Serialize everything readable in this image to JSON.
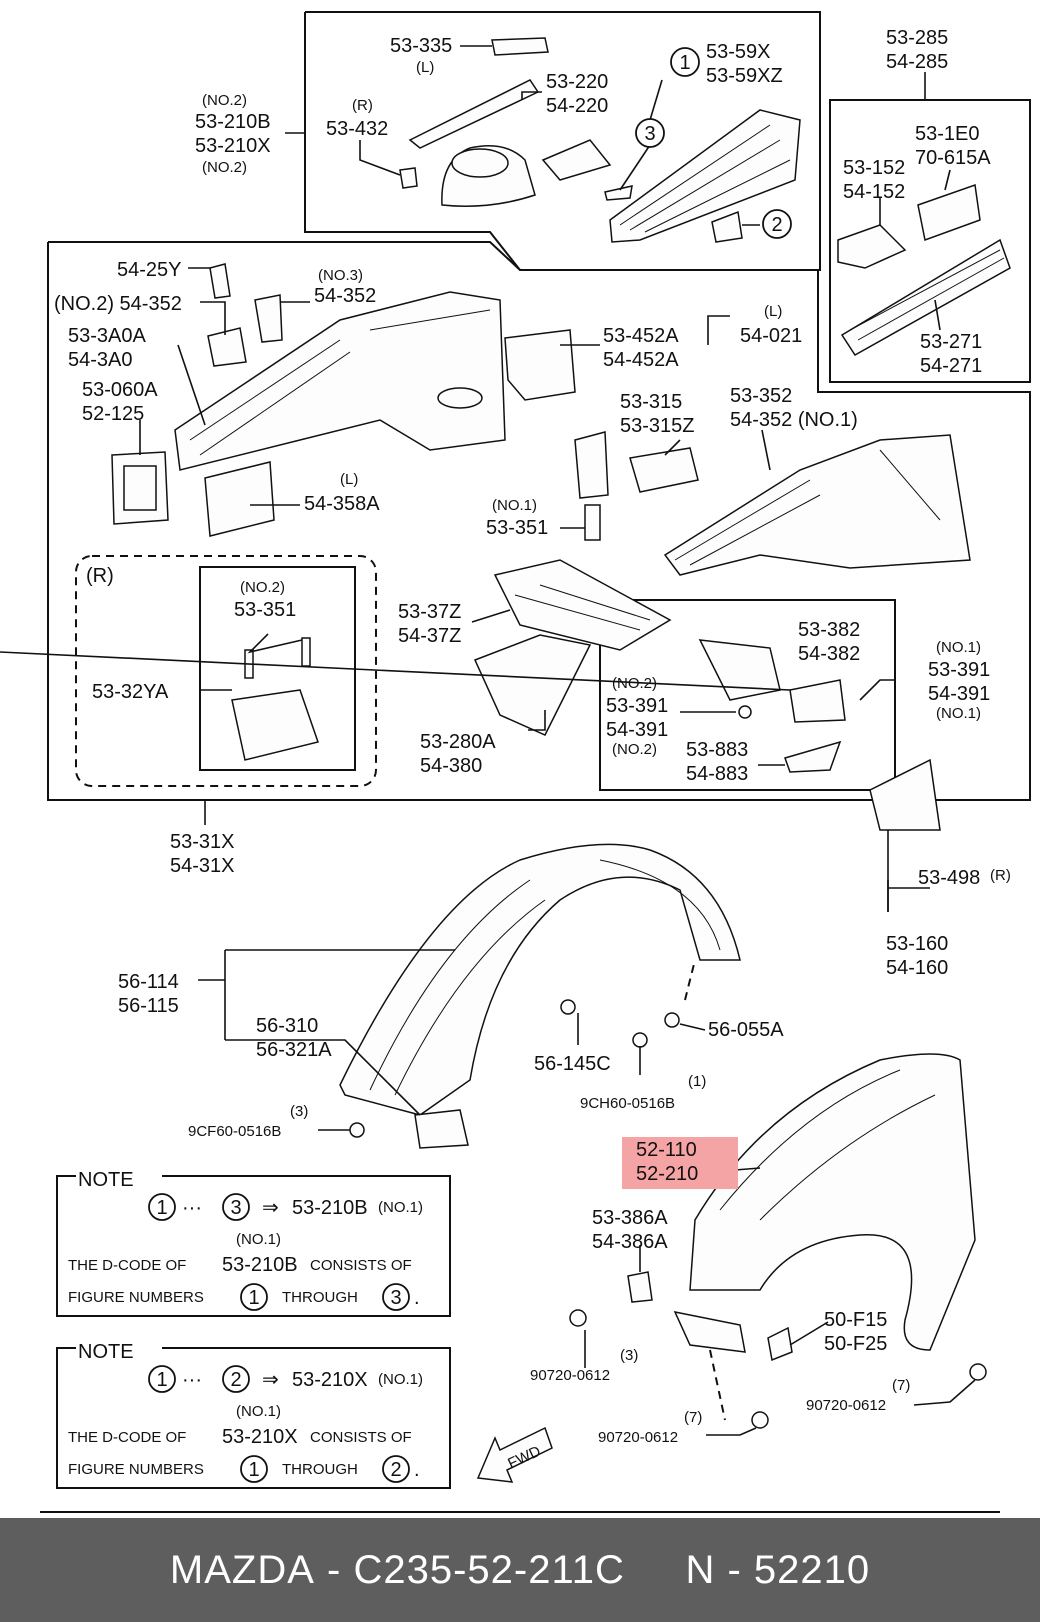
{
  "labels": {
    "l_53_335": "53-335",
    "l_L_top": "(L)",
    "l_53_220": "53-220",
    "l_54_220": "54-220",
    "l_no2_a": "(NO.2)",
    "l_53_210b": "53-210B",
    "l_53_210x": "53-210X",
    "l_no2_b": "(NO.2)",
    "l_R_432": "(R)",
    "l_53_432": "53-432",
    "c1_top": "1",
    "l_53_59x": "53-59X",
    "l_53_59xz": "53-59XZ",
    "c3_top": "3",
    "c2_top": "2",
    "l_53_285": "53-285",
    "l_54_285": "54-285",
    "l_53_1e0": "53-1E0",
    "l_70_615a": "70-615A",
    "l_53_152": "53-152",
    "l_54_152": "54-152",
    "l_53_271": "53-271",
    "l_54_271": "54-271",
    "l_54_25y": "54-25Y",
    "l_no2_54_352": "(NO.2) 54-352",
    "l_no3": "(NO.3)",
    "l_54_352_b": "54-352",
    "l_53_3a0a": "53-3A0A",
    "l_54_3a0": "54-3A0",
    "l_53_060a": "53-060A",
    "l_52_125": "52-125",
    "l_L_358": "(L)",
    "l_54_358a": "54-358A",
    "l_L_021": "(L)",
    "l_53_452a": "53-452A",
    "l_54_452a": "54-452A",
    "l_54_021": "54-021",
    "l_53_315": "53-315",
    "l_53_315z": "53-315Z",
    "l_53_352": "53-352",
    "l_54_352_no1": "54-352 (NO.1)",
    "l_no1_351": "(NO.1)",
    "l_53_351": "53-351",
    "l_R_box": "(R)",
    "l_no2_351b": "(NO.2)",
    "l_53_351b": "53-351",
    "l_53_32ya": "53-32YA",
    "l_53_37z": "53-37Z",
    "l_54_37z": "54-37Z",
    "l_53_280a": "53-280A",
    "l_54_380": "54-380",
    "l_53_382": "53-382",
    "l_54_382": "54-382",
    "l_no2_391": "(NO.2)",
    "l_53_391": "53-391",
    "l_54_391": "54-391",
    "l_no2_391b": "(NO.2)",
    "l_no1_391": "(NO.1)",
    "l_53_391r": "53-391",
    "l_54_391r": "54-391",
    "l_no1_391b": "(NO.1)",
    "l_53_883": "53-883",
    "l_54_883": "54-883",
    "l_53_31x": "53-31X",
    "l_54_31x": "54-31X",
    "l_53_498": "53-498",
    "l_R_498": "(R)",
    "l_53_160": "53-160",
    "l_54_160": "54-160",
    "l_56_114": "56-114",
    "l_56_115": "56-115",
    "l_56_310": "56-310",
    "l_56_321a": "56-321A",
    "l_56_145c": "56-145C",
    "l_56_055a": "56-055A",
    "l_1_9ch": "(1)",
    "l_9ch": "9CH60-0516B",
    "l_3_9cf": "(3)",
    "l_9cf": "9CF60-0516B",
    "l_52_110": "52-110",
    "l_52_210": "52-210",
    "l_53_386a": "53-386A",
    "l_54_386a": "54-386A",
    "l_50_f15": "50-F15",
    "l_50_f25": "50-F25",
    "l_3_907": "(3)",
    "l_90720_a": "90720-0612",
    "l_7_907b": "(7)",
    "l_90720_b": "90720-0612",
    "l_7_907c": "(7)",
    "l_90720_c": "90720-0612",
    "fwd": "FWD"
  },
  "notes": [
    {
      "title": "NOTE",
      "c_start": "1",
      "ellipsis": "···",
      "c_end": "3",
      "arrow": "⇒",
      "code": "53-210B",
      "code_suffix": "(NO.1)",
      "sub": "(NO.1)",
      "line1_pre": "THE D-CODE OF",
      "line1_code": "53-210B",
      "line1_post": "CONSISTS OF",
      "line2_pre": "FIGURE NUMBERS",
      "line2_c1": "1",
      "line2_mid": "THROUGH",
      "line2_c2": "3",
      "line2_end": "."
    },
    {
      "title": "NOTE",
      "c_start": "1",
      "ellipsis": "···",
      "c_end": "2",
      "arrow": "⇒",
      "code": "53-210X",
      "code_suffix": "(NO.1)",
      "sub": "(NO.1)",
      "line1_pre": "THE D-CODE OF",
      "line1_code": "53-210X",
      "line1_post": "CONSISTS OF",
      "line2_pre": "FIGURE NUMBERS",
      "line2_c1": "1",
      "line2_mid": "THROUGH",
      "line2_c2": "2",
      "line2_end": "."
    }
  ],
  "highlight_color": "#f4a4a4",
  "footer": {
    "brand": "MAZDA",
    "sep1": " - ",
    "part_code": "C235-52-211C",
    "gap": "     ",
    "n_label": "N",
    "sep2": " - ",
    "n_value": "52210"
  }
}
